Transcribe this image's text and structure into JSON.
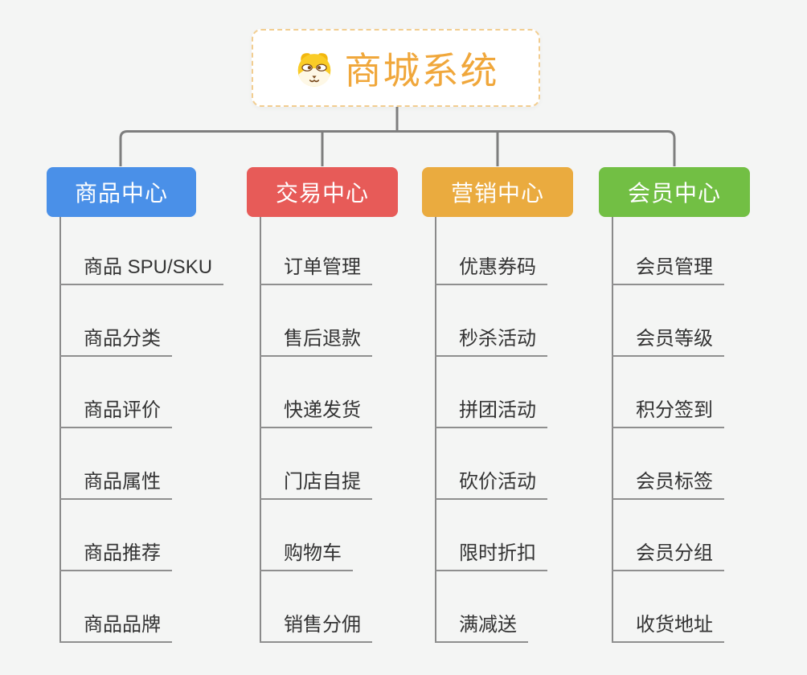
{
  "root": {
    "title": "商城系统",
    "icon": "shiba-dog-icon",
    "accent_color": "#F0A73B",
    "border_color": "#F2CD90"
  },
  "connector_color": "#7E7E7E",
  "background_color": "#F4F5F4",
  "branches": [
    {
      "id": "product-center",
      "label": "商品中心",
      "color": "#4A90E8",
      "children": [
        "商品 SPU/SKU",
        "商品分类",
        "商品评价",
        "商品属性",
        "商品推荐",
        "商品品牌"
      ]
    },
    {
      "id": "trade-center",
      "label": "交易中心",
      "color": "#E75B58",
      "children": [
        "订单管理",
        "售后退款",
        "快递发货",
        "门店自提",
        "购物车",
        "销售分佣"
      ]
    },
    {
      "id": "marketing-center",
      "label": "营销中心",
      "color": "#EAAB3F",
      "children": [
        "优惠券码",
        "秒杀活动",
        "拼团活动",
        "砍价活动",
        "限时折扣",
        "满减送"
      ]
    },
    {
      "id": "member-center",
      "label": "会员中心",
      "color": "#72BF44",
      "children": [
        "会员管理",
        "会员等级",
        "积分签到",
        "会员标签",
        "会员分组",
        "收货地址"
      ]
    }
  ]
}
